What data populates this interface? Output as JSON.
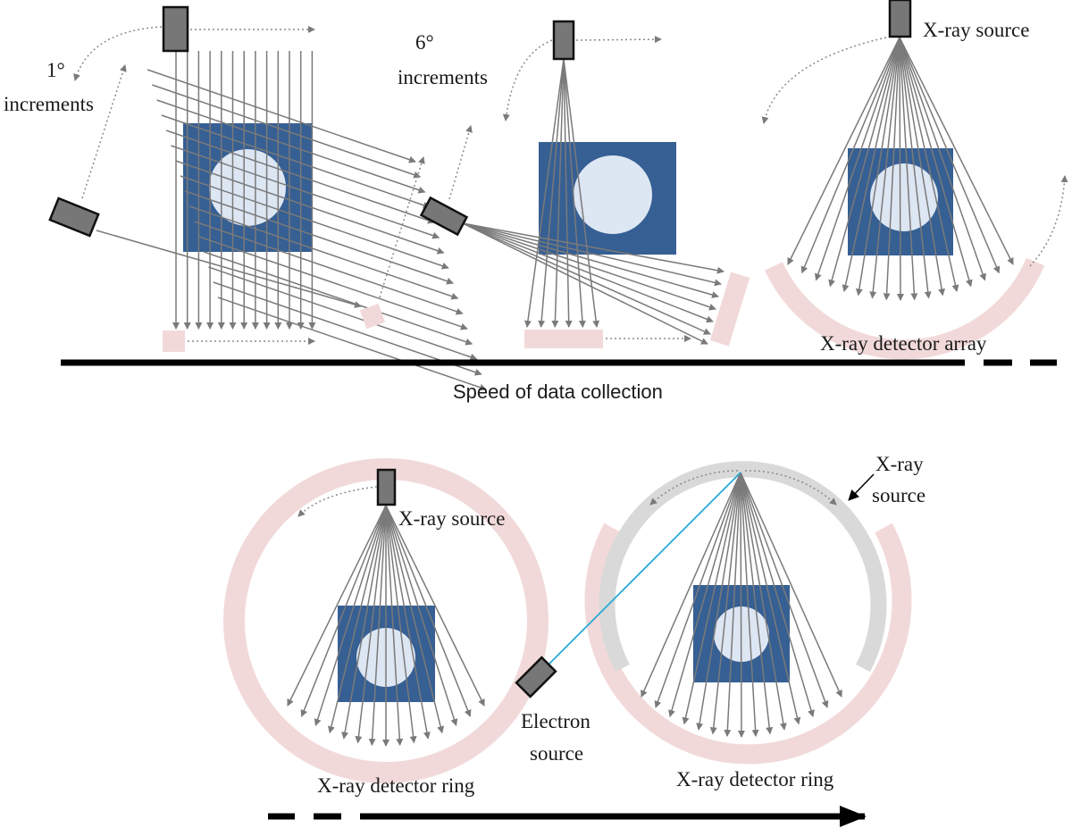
{
  "labels": {
    "increments_1_num": "1°",
    "increments_1_word": "increments",
    "increments_6_num": "6°",
    "increments_6_word": "increments",
    "xray_source_top": "X-ray source",
    "detector_array": "X-ray detector array",
    "speed": "Speed of data collection",
    "xray_source_bottom_left": "X-ray source",
    "xray_source_bottom_right_1": "X-ray",
    "xray_source_bottom_right_2": "source",
    "electron_1": "Electron",
    "electron_2": "source",
    "detector_ring_left": "X-ray detector ring",
    "detector_ring_right": "X-ray detector ring"
  },
  "colors": {
    "object": "#365f93",
    "object_core": "#dde6f3",
    "detector": "#f2d9d9",
    "ring_gray": "#d9d9d9",
    "electron_beam": "#29a8d8",
    "source_box": "#777777",
    "axis": "#000000"
  }
}
